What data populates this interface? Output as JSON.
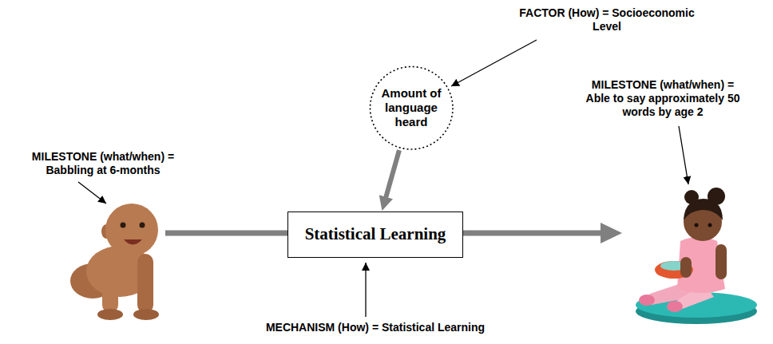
{
  "diagram": {
    "nodes": [
      {
        "text": [
          "Amount of language heard"
        ]
      },
      {
        "text": [
          "Statistical Learning"
        ]
      }
    ],
    "edges": [
      {
        "from": 0,
        "to": 1,
        "arrow": "to"
      }
    ],
    "labels": [
      "FACTOR (How) = Socioeconomic Level",
      "MILESTONE (what/when) = Able to say approximately 50 words by age 2",
      "MILESTONE (what/when) = Babbling at 6-months",
      "MECHANISM (How) = Statistical Learning"
    ]
  }
}
